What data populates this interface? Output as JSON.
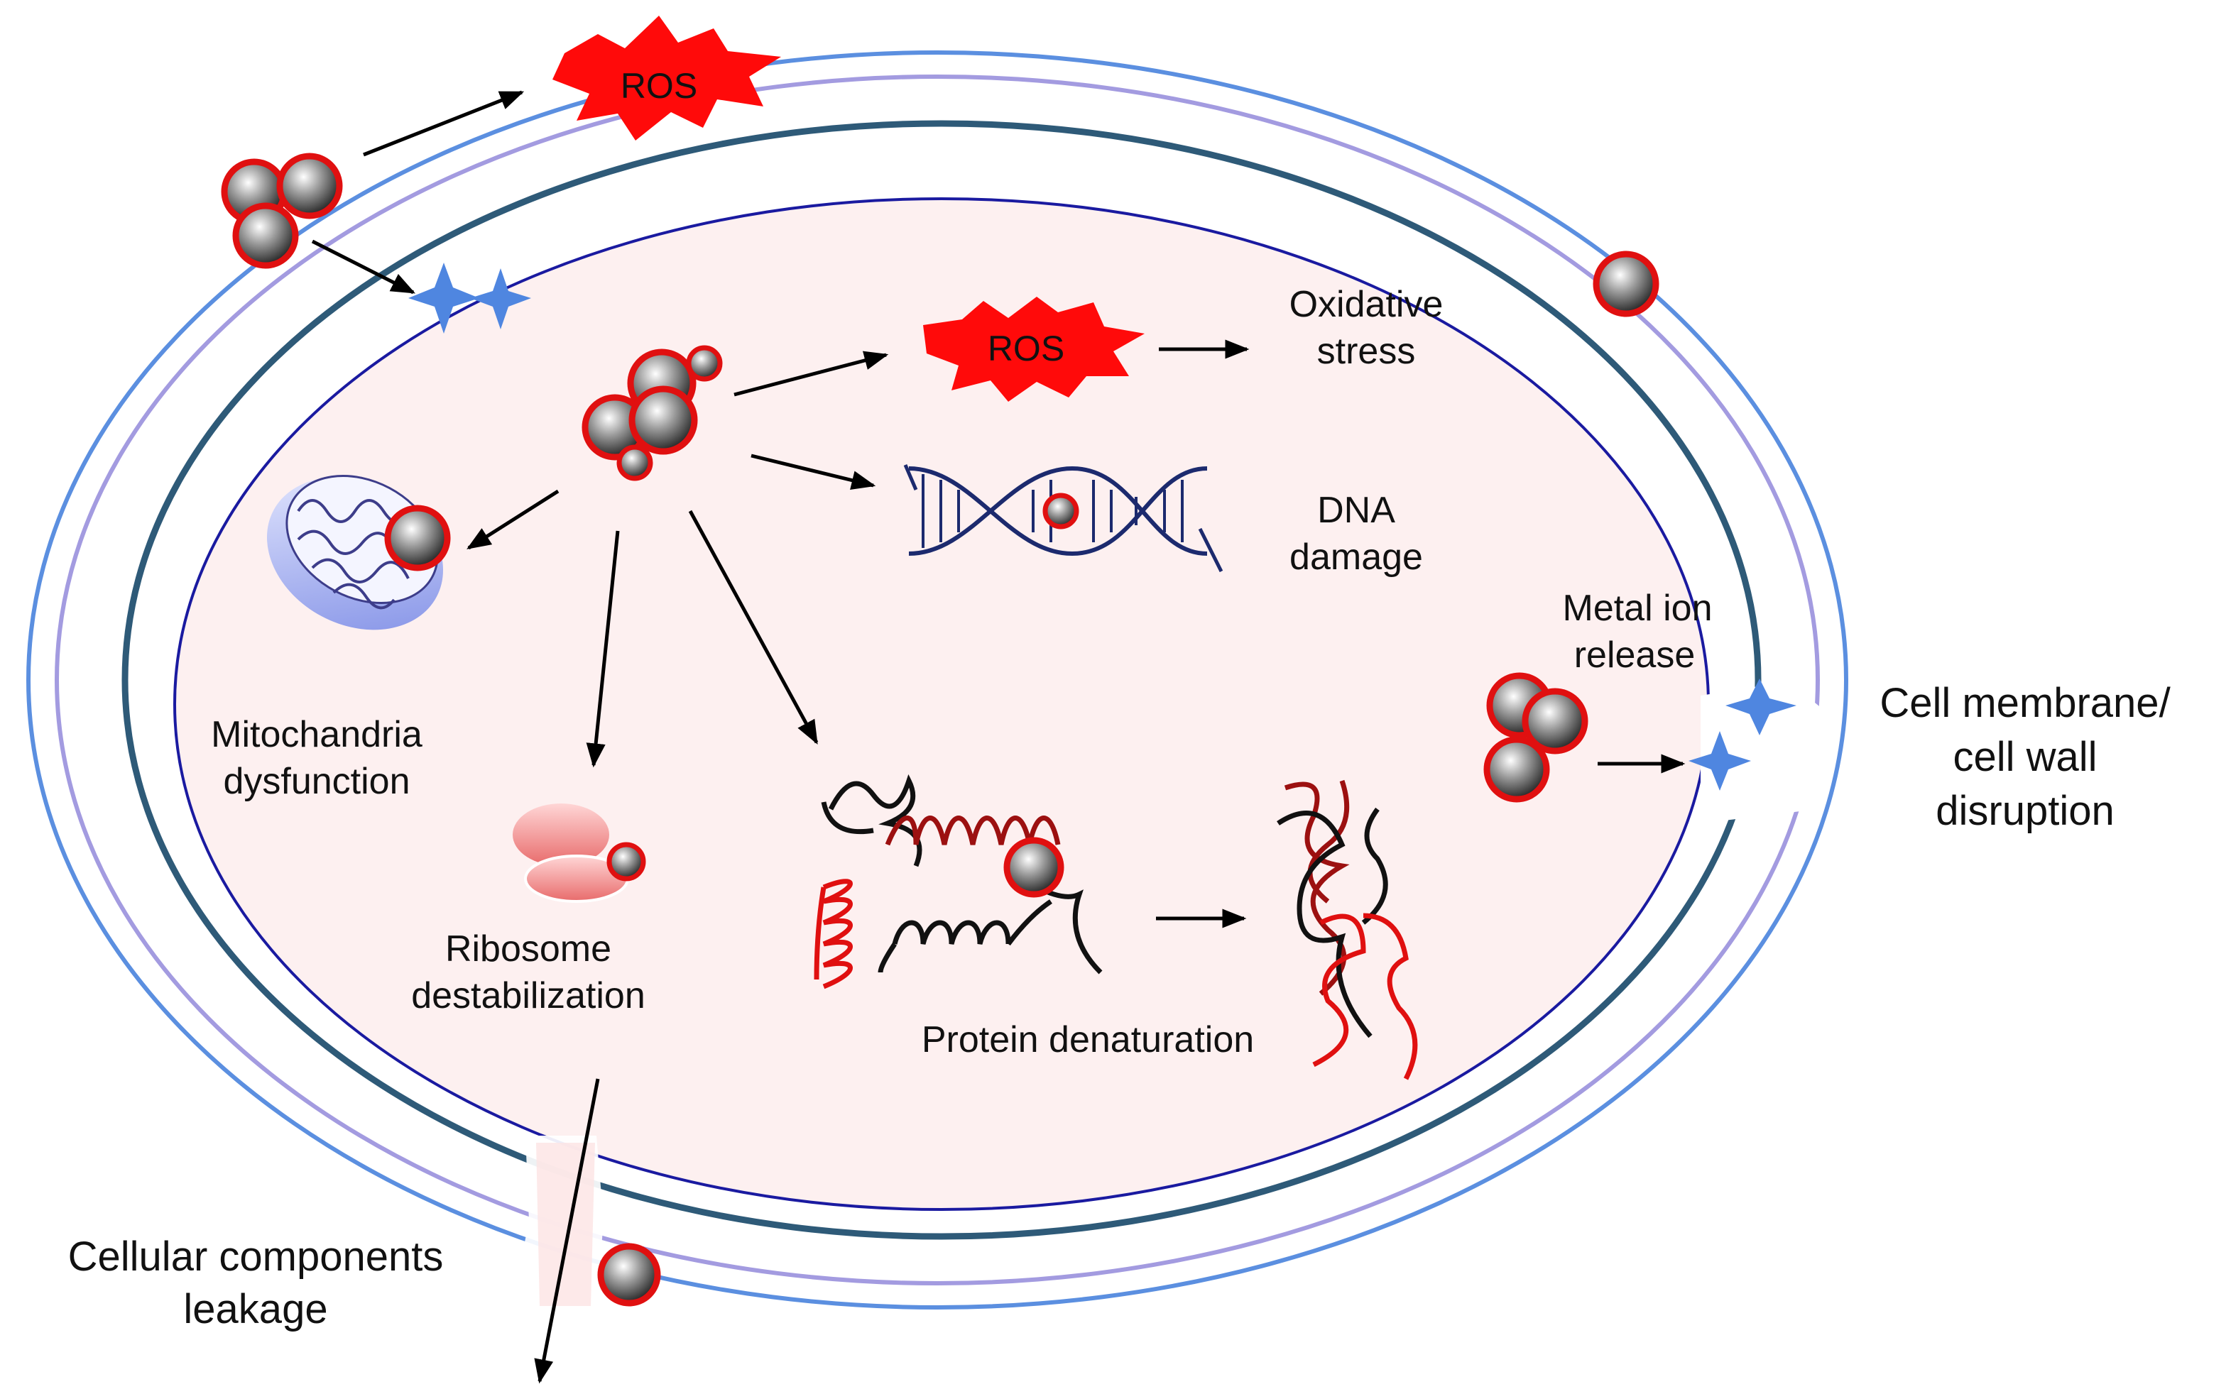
{
  "labels": {
    "ros_top": "ROS",
    "ros_inner": "ROS",
    "oxidative_line1": "Oxidative",
    "oxidative_line2": "stress",
    "dna_line1": "DNA",
    "dna_line2": "damage",
    "metal_line1": "Metal ion",
    "metal_line2": "release",
    "membrane_line1": "Cell membrane/",
    "membrane_line2": "cell wall",
    "membrane_line3": "disruption",
    "mito_line1": "Mitochandria",
    "mito_line2": "dysfunction",
    "ribosome_line1": "Ribosome",
    "ribosome_line2": "destabilization",
    "protein": "Protein denaturation",
    "leak_line1": "Cellular components",
    "leak_line2": "leakage"
  },
  "colors": {
    "cytoplasm": "#fdf0f0",
    "outer_membrane": "#5b8fe0",
    "mid_membrane": "#a39be0",
    "wall": "#2e5a78",
    "inner_membrane": "#1a1aa0",
    "nanoparticle_rim": "#e01010",
    "ros": "#ff0a0a",
    "dna": "#1c2a6e",
    "damage_star": "#4f86e0",
    "arrow": "#000000"
  }
}
